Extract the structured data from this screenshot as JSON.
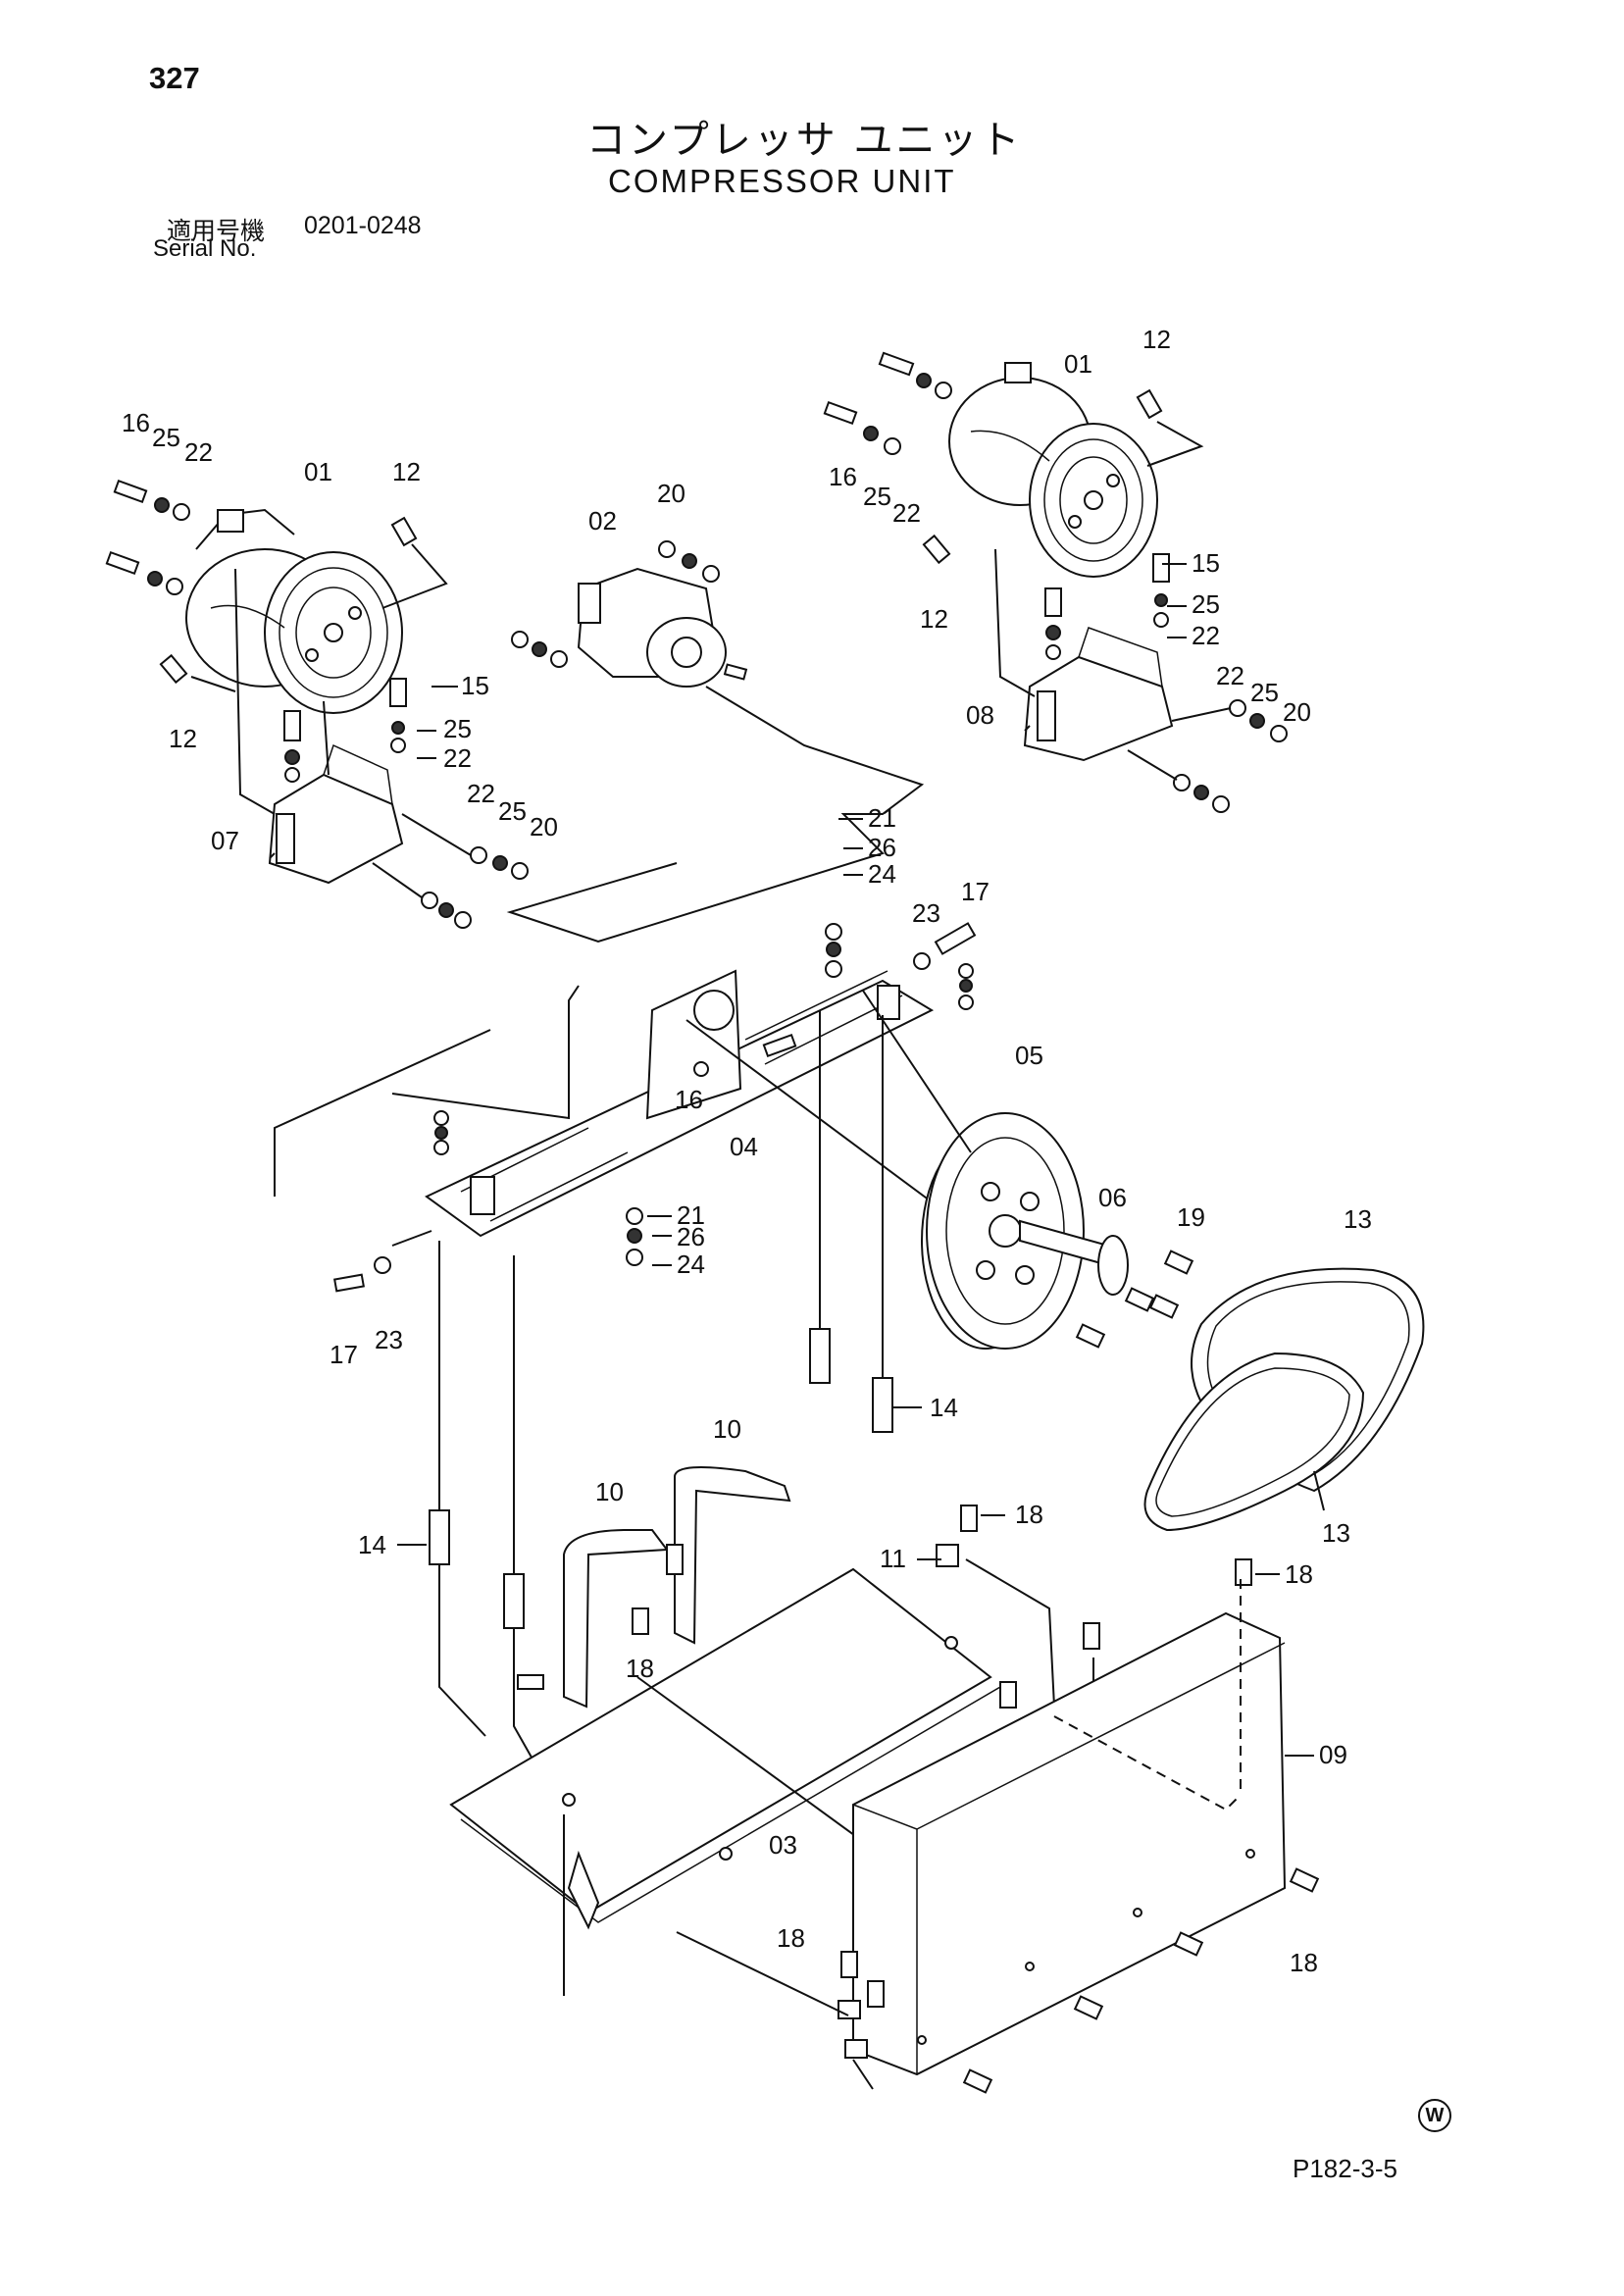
{
  "header": {
    "page_number": "327",
    "title_jp": "コンプレッサ ユニット",
    "title_en": "COMPRESSOR UNIT",
    "serial_label_jp": "適用号機",
    "serial_range": "0201-0248",
    "serial_label_en": "Serial No."
  },
  "footer": {
    "page_code": "P182-3-5",
    "mark": "W"
  },
  "part_labels": [
    {
      "id": "lbl-16-a",
      "text": "16"
    },
    {
      "id": "lbl-25-a",
      "text": "25"
    },
    {
      "id": "lbl-22-a",
      "text": "22"
    },
    {
      "id": "lbl-01-a",
      "text": "01"
    },
    {
      "id": "lbl-12-a",
      "text": "12"
    },
    {
      "id": "lbl-12-b",
      "text": "12"
    },
    {
      "id": "lbl-15-a",
      "text": "15"
    },
    {
      "id": "lbl-25-b",
      "text": "25"
    },
    {
      "id": "lbl-22-b",
      "text": "22"
    },
    {
      "id": "lbl-22-c",
      "text": "22"
    },
    {
      "id": "lbl-25-c",
      "text": "25"
    },
    {
      "id": "lbl-20-a",
      "text": "20"
    },
    {
      "id": "lbl-07",
      "text": "07"
    },
    {
      "id": "lbl-02",
      "text": "02"
    },
    {
      "id": "lbl-20-b",
      "text": "20"
    },
    {
      "id": "lbl-01-b",
      "text": "01"
    },
    {
      "id": "lbl-12-c",
      "text": "12"
    },
    {
      "id": "lbl-16-b",
      "text": "16"
    },
    {
      "id": "lbl-25-d",
      "text": "25"
    },
    {
      "id": "lbl-22-d",
      "text": "22"
    },
    {
      "id": "lbl-12-d",
      "text": "12"
    },
    {
      "id": "lbl-15-b",
      "text": "15"
    },
    {
      "id": "lbl-25-e",
      "text": "25"
    },
    {
      "id": "lbl-22-e",
      "text": "22"
    },
    {
      "id": "lbl-22-f",
      "text": "22"
    },
    {
      "id": "lbl-25-f",
      "text": "25"
    },
    {
      "id": "lbl-20-c",
      "text": "20"
    },
    {
      "id": "lbl-08",
      "text": "08"
    },
    {
      "id": "lbl-21-a",
      "text": "21"
    },
    {
      "id": "lbl-26-a",
      "text": "26"
    },
    {
      "id": "lbl-24-a",
      "text": "24"
    },
    {
      "id": "lbl-23-a",
      "text": "23"
    },
    {
      "id": "lbl-17-a",
      "text": "17"
    },
    {
      "id": "lbl-16-c",
      "text": "16"
    },
    {
      "id": "lbl-04",
      "text": "04"
    },
    {
      "id": "lbl-21-b",
      "text": "21"
    },
    {
      "id": "lbl-26-b",
      "text": "26"
    },
    {
      "id": "lbl-24-b",
      "text": "24"
    },
    {
      "id": "lbl-17-b",
      "text": "17"
    },
    {
      "id": "lbl-23-b",
      "text": "23"
    },
    {
      "id": "lbl-05",
      "text": "05"
    },
    {
      "id": "lbl-06",
      "text": "06"
    },
    {
      "id": "lbl-19",
      "text": "19"
    },
    {
      "id": "lbl-13-a",
      "text": "13"
    },
    {
      "id": "lbl-13-b",
      "text": "13"
    },
    {
      "id": "lbl-14-a",
      "text": "14"
    },
    {
      "id": "lbl-14-b",
      "text": "14"
    },
    {
      "id": "lbl-10-a",
      "text": "10"
    },
    {
      "id": "lbl-10-b",
      "text": "10"
    },
    {
      "id": "lbl-18-a",
      "text": "18"
    },
    {
      "id": "lbl-11",
      "text": "11"
    },
    {
      "id": "lbl-18-b",
      "text": "18"
    },
    {
      "id": "lbl-18-c",
      "text": "18"
    },
    {
      "id": "lbl-09",
      "text": "09"
    },
    {
      "id": "lbl-03",
      "text": "03"
    },
    {
      "id": "lbl-18-d",
      "text": "18"
    },
    {
      "id": "lbl-18-e",
      "text": "18"
    }
  ]
}
